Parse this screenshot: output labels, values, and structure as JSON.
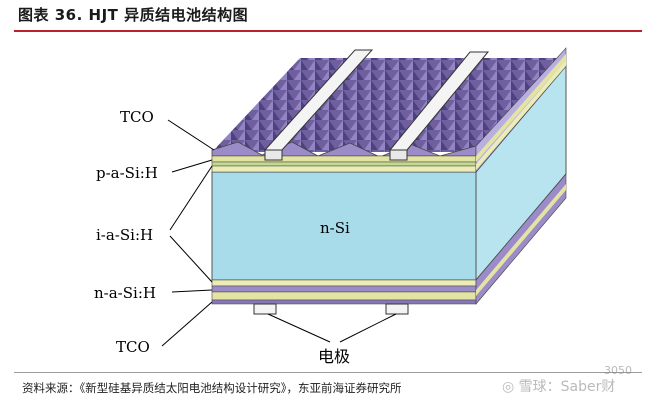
{
  "header": {
    "title": "图表 36. HJT 异质结电池结构图"
  },
  "diagram": {
    "labels": {
      "tco_top": "TCO",
      "p_a_si": "p-a-Si:H",
      "i_a_si": "i-a-Si:H",
      "n_si": "n-Si",
      "n_a_si": "n-a-Si:H",
      "tco_bottom": "TCO",
      "electrode": "电极"
    },
    "colors": {
      "n_si_front": "#a9dcea",
      "n_si_side": "#b7e4ef",
      "texture": "#7c6ba8",
      "texture_light": "#a79ad0",
      "layer_yellow": "#e3e3a3",
      "layer_purple": "#9b8bc8",
      "electrode": "#f4f4f4"
    }
  },
  "footer": {
    "source": "资料来源：《新型硅基异质结太阳电池结构设计研究》，东亚前海证券研究所",
    "watermark_text": "◎ 雪球：Saber财",
    "watermark_num": "3050"
  }
}
